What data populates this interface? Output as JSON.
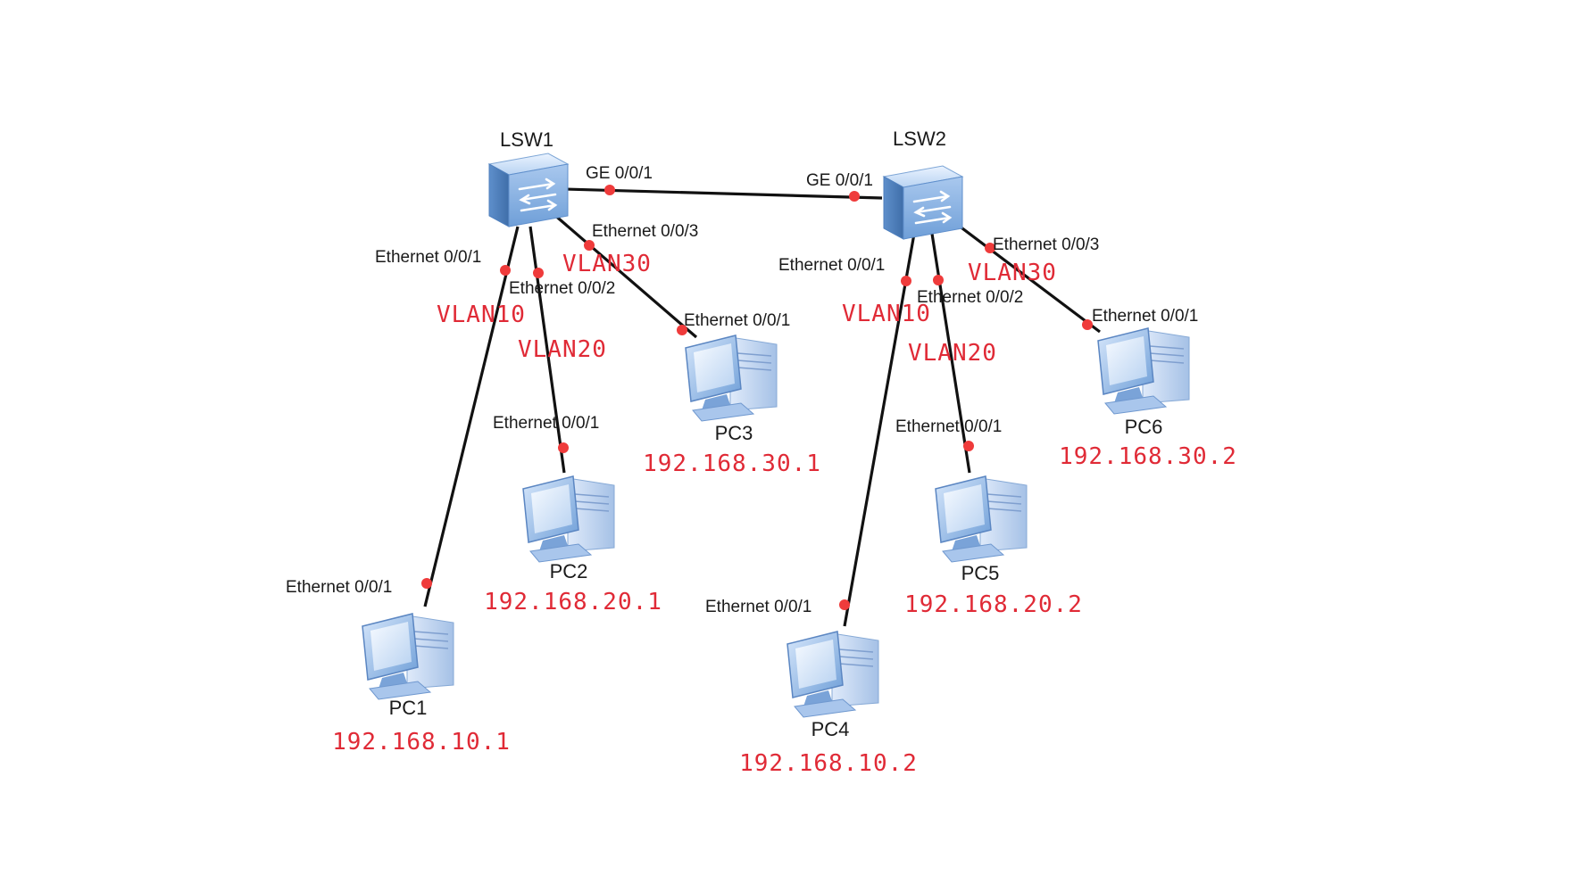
{
  "colors": {
    "link": "#111111",
    "port": "#ef3b3b",
    "red_text": "#e02a36",
    "device_blue": "#7ba7dc"
  },
  "switches": [
    {
      "id": "lsw1",
      "name": "LSW1",
      "icon": "switch-icon"
    },
    {
      "id": "lsw2",
      "name": "LSW2",
      "icon": "switch-icon"
    }
  ],
  "trunk": {
    "lsw1_port": "GE 0/0/1",
    "lsw2_port": "GE 0/0/1"
  },
  "pcs": [
    {
      "id": "pc1",
      "name": "PC1",
      "ip": "192.168.10.1",
      "icon": "pc-icon"
    },
    {
      "id": "pc2",
      "name": "PC2",
      "ip": "192.168.20.1",
      "icon": "pc-icon"
    },
    {
      "id": "pc3",
      "name": "PC3",
      "ip": "192.168.30.1",
      "icon": "pc-icon"
    },
    {
      "id": "pc4",
      "name": "PC4",
      "ip": "192.168.10.2",
      "icon": "pc-icon"
    },
    {
      "id": "pc5",
      "name": "PC5",
      "ip": "192.168.20.2",
      "icon": "pc-icon"
    },
    {
      "id": "pc6",
      "name": "PC6",
      "ip": "192.168.30.2",
      "icon": "pc-icon"
    }
  ],
  "links": [
    {
      "id": "l1",
      "vlan": "VLAN10",
      "switch_port": "Ethernet 0/0/1",
      "pc_port": "Ethernet 0/0/1"
    },
    {
      "id": "l2",
      "vlan": "VLAN20",
      "switch_port": "Ethernet 0/0/2",
      "pc_port": "Ethernet 0/0/1"
    },
    {
      "id": "l3",
      "vlan": "VLAN30",
      "switch_port": "Ethernet 0/0/3",
      "pc_port": "Ethernet 0/0/1"
    },
    {
      "id": "l4",
      "vlan": "VLAN10",
      "switch_port": "Ethernet 0/0/1",
      "pc_port": "Ethernet 0/0/1"
    },
    {
      "id": "l5",
      "vlan": "VLAN20",
      "switch_port": "Ethernet 0/0/2",
      "pc_port": "Ethernet 0/0/1"
    },
    {
      "id": "l6",
      "vlan": "VLAN30",
      "switch_port": "Ethernet 0/0/3",
      "pc_port": "Ethernet 0/0/1"
    }
  ]
}
